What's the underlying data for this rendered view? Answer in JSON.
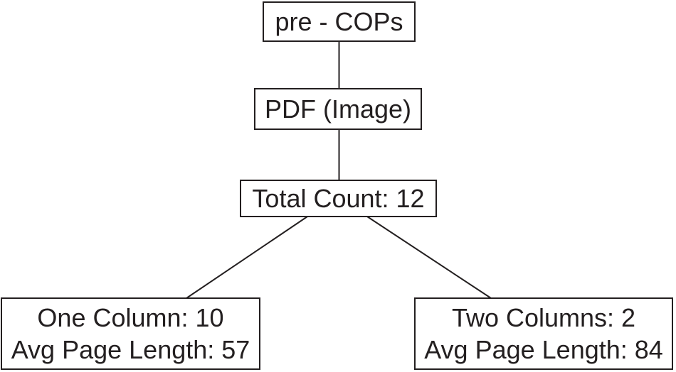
{
  "diagram": {
    "nodes": {
      "root": {
        "label": "pre - COPs"
      },
      "format": {
        "label": "PDF (Image)"
      },
      "total": {
        "label": "Total Count: 12"
      },
      "one_column": {
        "line1": "One Column: 10",
        "line2": "Avg Page Length: 57"
      },
      "two_columns": {
        "line1": "Two Columns: 2",
        "line2": "Avg Page Length: 84"
      }
    },
    "colors": {
      "line": "#231f20",
      "background": "#ffffff"
    }
  }
}
